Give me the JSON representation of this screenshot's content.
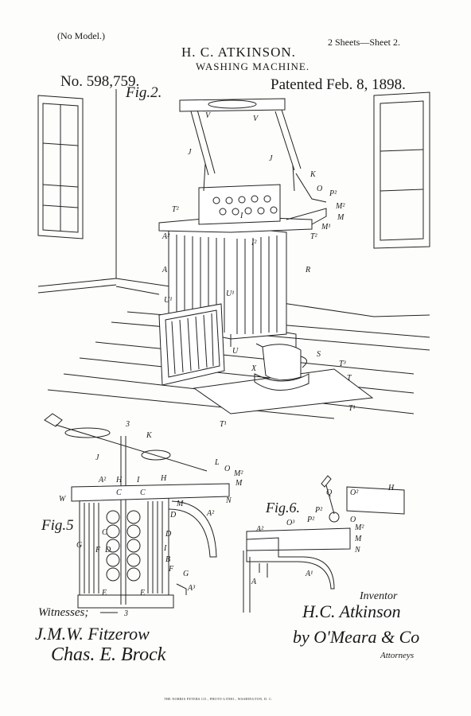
{
  "header": {
    "no_model": "(No Model.)",
    "sheet_count": "2 Sheets—Sheet 2.",
    "inventor": "H. C. ATKINSON.",
    "title": "WASHING MACHINE.",
    "patent_number": "No. 598,759.",
    "patent_date": "Patented Feb. 8, 1898."
  },
  "figures": {
    "fig2": "Fig.2.",
    "fig5": "Fig.5",
    "fig6": "Fig.6."
  },
  "labels": {
    "V1": "V",
    "V2": "V",
    "J1": "J",
    "J2": "J",
    "K": "K",
    "O": "O",
    "P2": "P²",
    "M2": "M²",
    "M": "M",
    "M1": "M¹",
    "T2a": "T²",
    "T2b": "T²",
    "A2": "A²",
    "I": "I",
    "I2": "I²",
    "A": "A",
    "R": "R",
    "U1": "U¹",
    "U": "U",
    "S": "S",
    "T3": "T³",
    "T": "T",
    "X": "X",
    "T1": "T¹",
    "f5_3top": "3",
    "f5_K": "K",
    "f5_J": "J",
    "f5_L": "L",
    "f5_O": "O",
    "f5_M2": "M²",
    "f5_M": "M",
    "f5_N": "N",
    "f5_A2": "A²",
    "f5_H": "H",
    "f5_I": "I",
    "f5_W": "W",
    "f5_C": "C",
    "f5_D": "D",
    "f5_F": "F",
    "f5_G": "G",
    "f5_B": "B",
    "f5_E": "E",
    "f5_A3": "A³",
    "f5_3bot": "3",
    "f6_Q": "Q",
    "f6_O2": "O²",
    "f6_H": "H",
    "f6_P2": "P²",
    "f6_A2": "A²",
    "f6_O3": "O³",
    "f6_O": "O",
    "f6_M2": "M²",
    "f6_M": "M",
    "f6_N": "N",
    "f6_A": "A",
    "f6_A1": "A¹"
  },
  "footer": {
    "witnesses_label": "Witnesses;",
    "witness_1": "J.M.W. Fitzerow",
    "witness_2": "Chas. E. Brock",
    "inventor_label": "Inventor",
    "inventor_signature": "H.C. Atkinson",
    "by_attorneys": "by O'Meara & Co",
    "attorneys_label": "Attorneys",
    "printer": "THE NORRIS PETERS CO., PHOTO-LITHO., WASHINGTON, D. C."
  }
}
